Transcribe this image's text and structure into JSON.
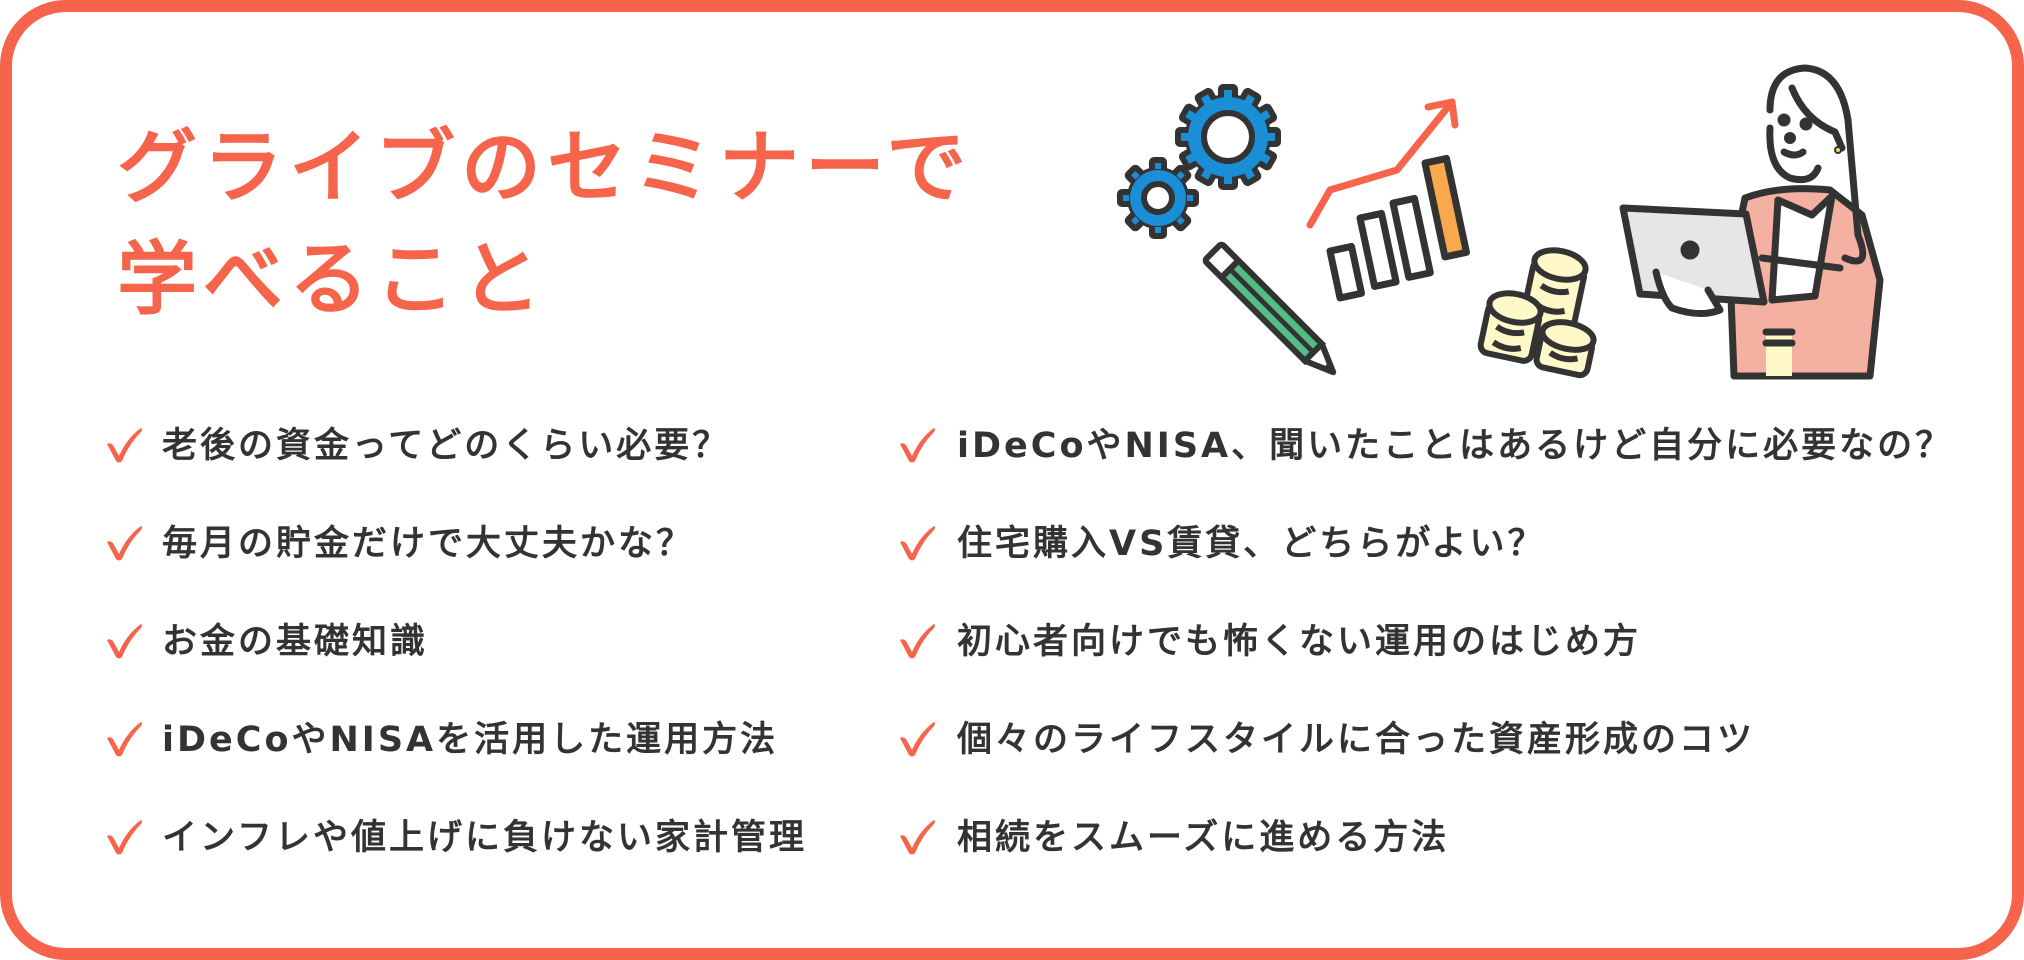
{
  "title": {
    "line1": "グライブのセミナーで",
    "line2": "学べること"
  },
  "colors": {
    "accent": "#F6644C",
    "text": "#333333",
    "gear_blue": "#1A8FD8",
    "pencil_green": "#55BE85",
    "bar_orange": "#F9A94B",
    "coin_yellow": "#FFF8C8",
    "jacket_pink": "#F4B0A0",
    "tablet_gray": "#E6E6E6"
  },
  "illustration": {
    "icons": [
      "gear-icon",
      "pencil-icon",
      "growth-chart-icon",
      "coin-stack-icon",
      "woman-with-tablet"
    ]
  },
  "checklist": {
    "icon": "checkmark-icon",
    "left": [
      {
        "text": "老後の資金ってどのくらい必要？"
      },
      {
        "text": "毎月の貯金だけで大丈夫かな？"
      },
      {
        "text": "お金の基礎知識"
      },
      {
        "text": "iDeCoやNISAを活用した運用方法"
      },
      {
        "text": "インフレや値上げに負けない家計管理"
      }
    ],
    "right": [
      {
        "text": "iDeCoやNISA、聞いたことはあるけど自分に必要なの？"
      },
      {
        "text": "住宅購入VS賃貸、どちらがよい？"
      },
      {
        "text": "初心者向けでも怖くない運用のはじめ方"
      },
      {
        "text": "個々のライフスタイルに合った資産形成のコツ"
      },
      {
        "text": "相続をスムーズに進める方法"
      }
    ]
  }
}
